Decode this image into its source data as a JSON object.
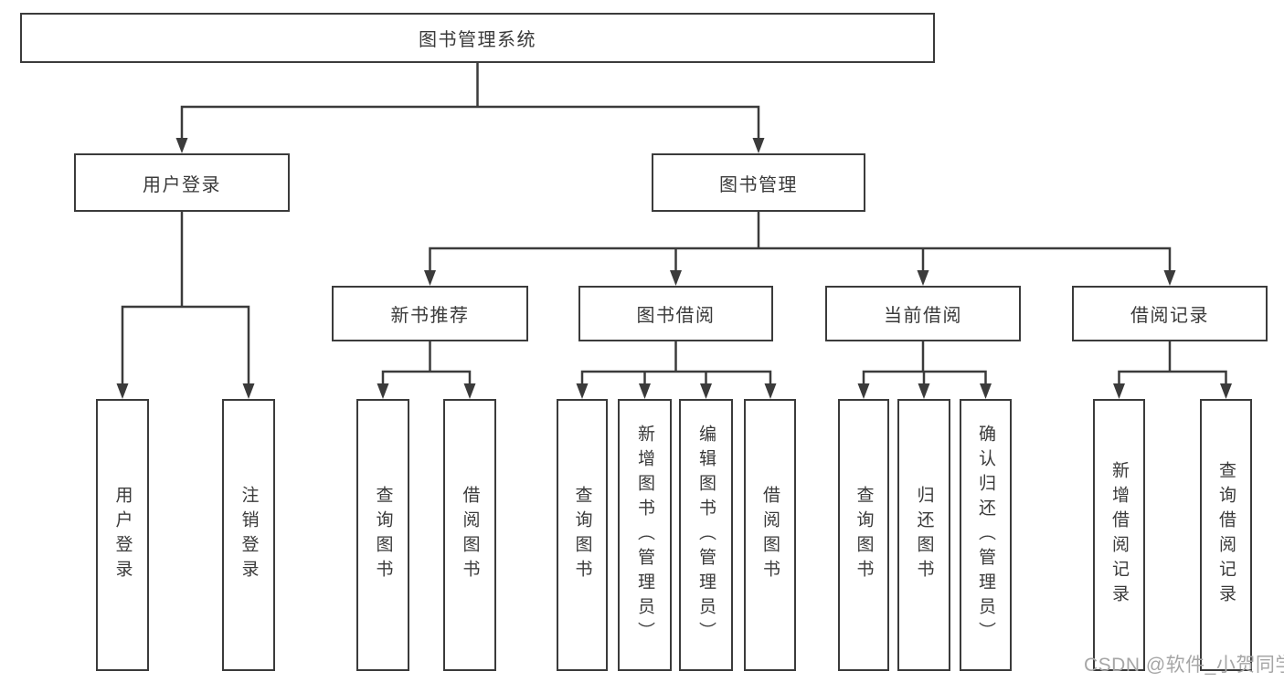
{
  "diagram": {
    "root": {
      "label": "图书管理系统"
    },
    "level2": [
      {
        "label": "用户登录",
        "leaves": [
          "用户登录",
          "注销登录"
        ]
      },
      {
        "label": "图书管理",
        "sections": [
          {
            "label": "新书推荐",
            "leaves": [
              "查询图书",
              "借阅图书"
            ]
          },
          {
            "label": "图书借阅",
            "leaves": [
              "查询图书",
              "新增图书（管理员）",
              "编辑图书（管理员）",
              "借阅图书"
            ]
          },
          {
            "label": "当前借阅",
            "leaves": [
              "查询图书",
              "归还图书",
              "确认归还（管理员）"
            ]
          },
          {
            "label": "借阅记录",
            "leaves": [
              "新增借阅记录",
              "查询借阅记录"
            ]
          }
        ]
      }
    ]
  },
  "watermark": {
    "text": "CSDN @软件_小贺同学",
    "color": "#a6a6a6"
  },
  "colors": {
    "line": "#3b3b3b",
    "node_border": "#3b3b3b",
    "text": "#3a3a3a",
    "background": "#ffffff"
  }
}
